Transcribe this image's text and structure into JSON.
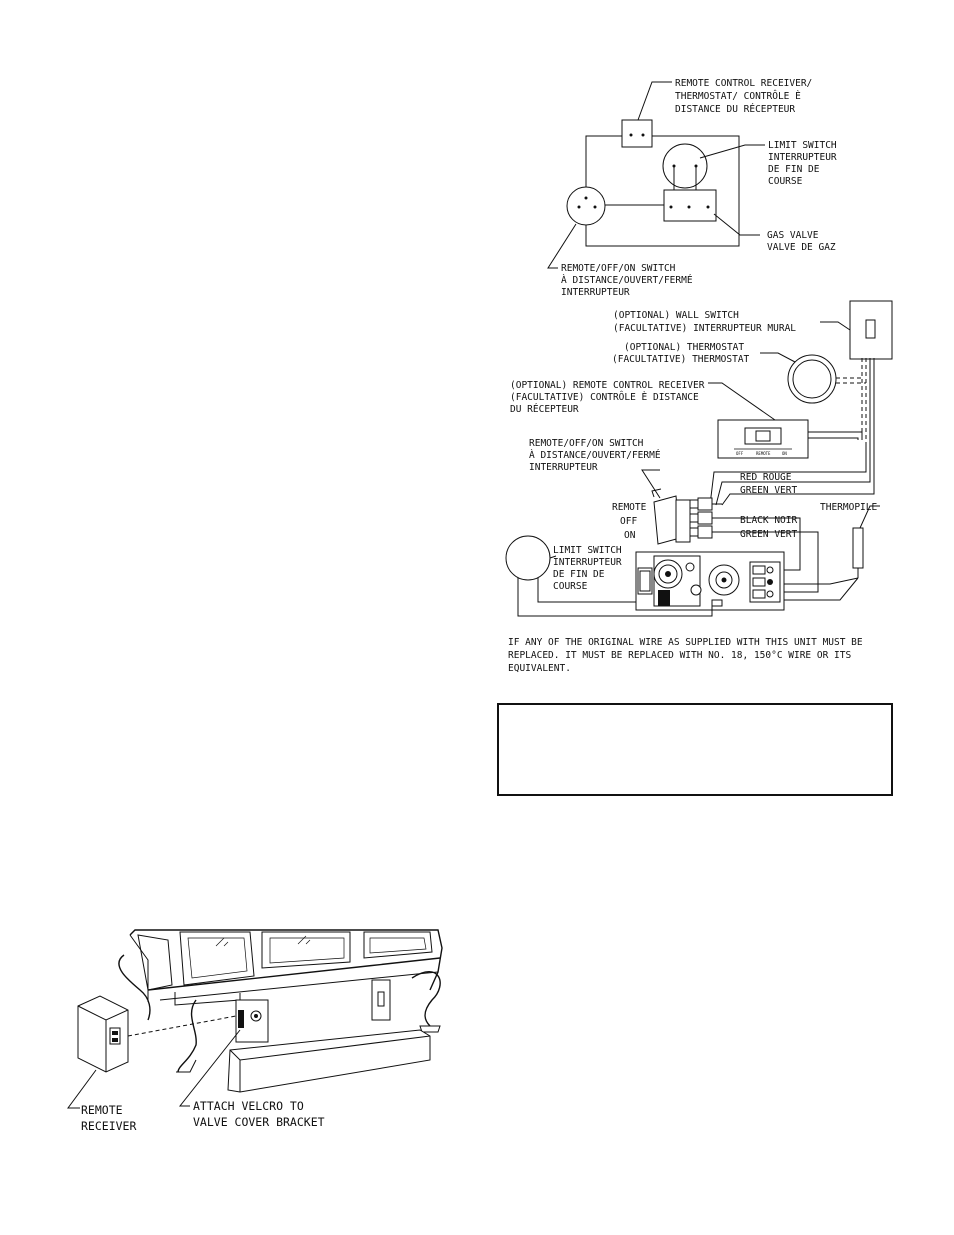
{
  "schematic": {
    "receiver": [
      "REMOTE CONTROL RECEIVER/",
      "THERMOSTAT/ CONTRÔLE È",
      "DISTANCE DU RÉCEPTEUR"
    ],
    "limit_switch": [
      "LIMIT SWITCH",
      "INTERRUPTEUR",
      "DE FIN DE",
      "COURSE"
    ],
    "gas_valve": [
      "GAS VALVE",
      "VALVE DE GAZ"
    ],
    "switch": [
      "REMOTE/OFF/ON SWITCH",
      "À DISTANCE/OUVERT/FERMÉ",
      "INTERRUPTEUR"
    ]
  },
  "wiring": {
    "wall_switch": [
      "(OPTIONAL) WALL SWITCH",
      "(FACULTATIVE) INTERRUPTEUR MURAL"
    ],
    "thermostat": [
      "(OPTIONAL) THERMOSTAT",
      "(FACULTATIVE) THERMOSTAT"
    ],
    "receiver": [
      "(OPTIONAL) REMOTE CONTROL RECEIVER",
      "(FACULTATIVE) CONTRÔLE È DISTANCE",
      "DU RÉCEPTEUR"
    ],
    "switch": [
      "REMOTE/OFF/ON SWITCH",
      "À DISTANCE/OUVERT/FERMÉ",
      "INTERRUPTEUR"
    ],
    "positions": [
      "REMOTE",
      "OFF",
      "ON"
    ],
    "wires": [
      "RED ROUGE",
      "GREEN VERT",
      "BLACK NOIR",
      "GREEN VERT"
    ],
    "thermopile": "THERMOPILE",
    "limit_switch": [
      "LIMIT SWITCH",
      "INTERRUPTEUR",
      "DE FIN DE",
      "COURSE"
    ],
    "receiver_face": [
      "OFF",
      "REMOTE",
      "ON"
    ]
  },
  "note": [
    "IF ANY OF THE ORIGINAL WIRE AS SUPPLIED WITH THIS UNIT MUST BE",
    "REPLACED.  IT MUST BE REPLACED WITH NO. 18, 150°C WIRE OR ITS",
    "EQUIVALENT."
  ],
  "install": {
    "remote_receiver": [
      "REMOTE",
      "RECEIVER"
    ],
    "velcro": [
      "ATTACH VELCRO TO",
      "VALVE COVER BRACKET"
    ]
  }
}
